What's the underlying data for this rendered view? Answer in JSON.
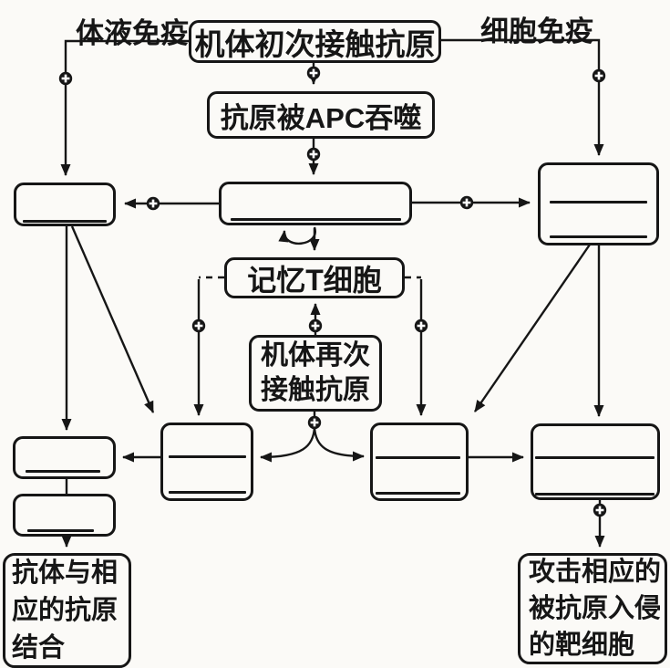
{
  "colors": {
    "ink": "#161616",
    "paper": "#fbfaf7"
  },
  "labels": {
    "humoral": "体液免疫",
    "cellular": "细胞免疫"
  },
  "nodes": {
    "first_contact": {
      "label": "机体初次接触抗原"
    },
    "apc_engulf": {
      "label": "抗原被APC吞噬"
    },
    "memory_t": {
      "label": "记忆T细胞"
    },
    "second_contact": {
      "lines": [
        "机体再次",
        "接触抗原"
      ]
    },
    "antibody_binding": {
      "lines": [
        "抗体与相",
        "应的抗原",
        "结合"
      ]
    },
    "attack_target": {
      "lines": [
        "攻击相应的",
        "被抗原入侵",
        "的靶细胞"
      ]
    }
  },
  "icons": {
    "plus_circle": "⊕",
    "arrowhead": "▶"
  }
}
